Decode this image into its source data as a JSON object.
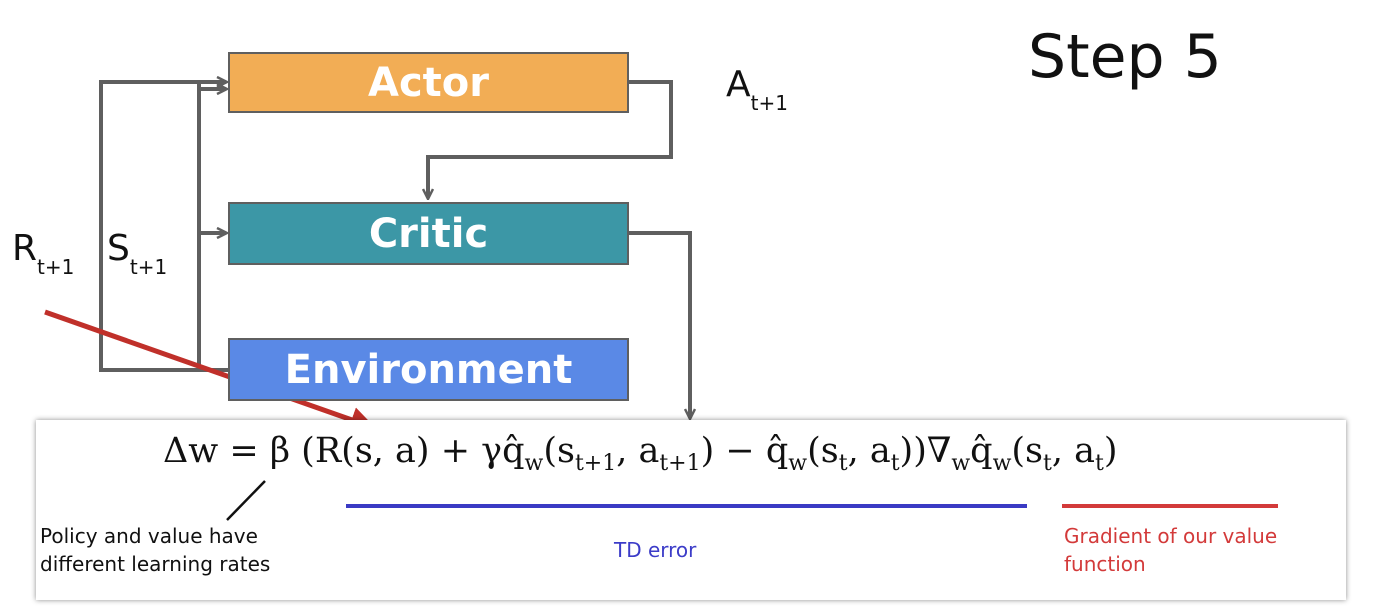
{
  "step_title": "Step 5",
  "boxes": {
    "actor": {
      "label": "Actor",
      "color": "#f2ad55"
    },
    "critic": {
      "label": "Critic",
      "color": "#3c97a6"
    },
    "environment": {
      "label": "Environment",
      "color": "#5a89e6"
    }
  },
  "signals": {
    "action": {
      "symbol": "A",
      "subscript": "t+1"
    },
    "reward": {
      "symbol": "R",
      "subscript": "t+1"
    },
    "state": {
      "symbol": "S",
      "subscript": "t+1"
    }
  },
  "equation": {
    "lhs": "Δw = ",
    "lr": "β",
    "td_part1": " (R(s, a) + γq̂",
    "td_sub_w1": "w",
    "td_part2": "(s",
    "td_sub_st1": "t+1",
    "td_part3": ", a",
    "td_sub_at1": "t+1",
    "td_part4": ") − q̂",
    "td_sub_w2": "w",
    "td_part5": "(s",
    "td_sub_st": "t",
    "td_part6": ", a",
    "td_sub_at": "t",
    "td_part7": "))",
    "grad_nabla": "∇",
    "grad_sub_w1": "w",
    "grad_q": "q̂",
    "grad_sub_w2": "w",
    "grad_part1": "(s",
    "grad_sub_st": "t",
    "grad_part2": ", a",
    "grad_sub_at": "t",
    "grad_part3": ")"
  },
  "annotations": {
    "learning_rates_line1": "Policy and value have",
    "learning_rates_line2": "different learning rates",
    "td_error": "TD error",
    "gradient_line1": "Gradient of our value",
    "gradient_line2": "function"
  },
  "colors": {
    "wire": "#5f5f5f",
    "reward_arrow": "#c0302a",
    "td_underline": "#3a3ac4",
    "gradient_underline": "#d33a3a"
  }
}
